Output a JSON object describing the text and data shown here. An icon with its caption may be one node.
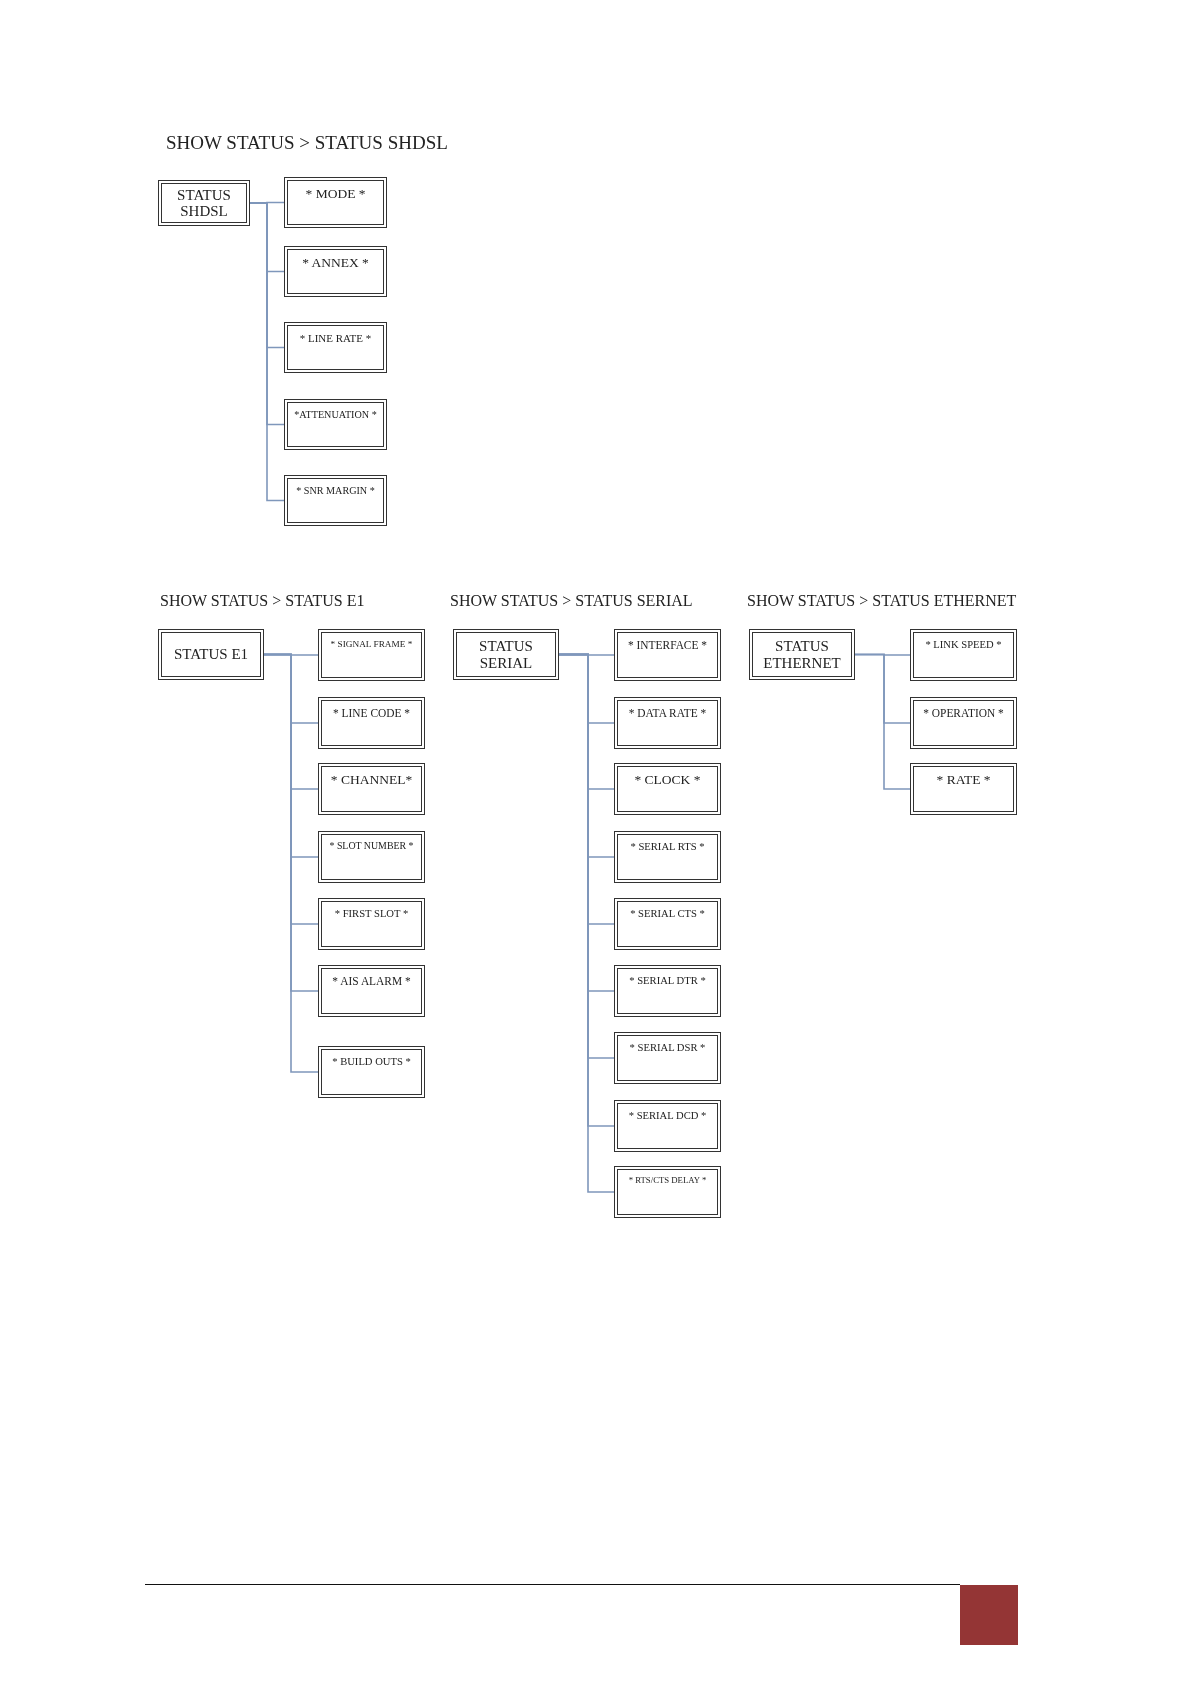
{
  "diagram": {
    "nodes": [
      {
        "text": [
          "STATUS SHDSL"
        ]
      },
      {
        "text": [
          "* MODE *"
        ]
      },
      {
        "text": [
          "* ANNEX *"
        ]
      },
      {
        "text": [
          "* LINE RATE *"
        ]
      },
      {
        "text": [
          "*ATTENUATION *"
        ]
      },
      {
        "text": [
          "* SNR MARGIN *"
        ]
      },
      {
        "text": [
          "STATUS E1"
        ]
      },
      {
        "text": [
          "* SIGNAL FRAME *"
        ]
      },
      {
        "text": [
          "* LINE CODE *"
        ]
      },
      {
        "text": [
          "* CHANNEL*"
        ]
      },
      {
        "text": [
          "* SLOT NUMBER *"
        ]
      },
      {
        "text": [
          "* FIRST SLOT *"
        ]
      },
      {
        "text": [
          "* AIS ALARM *"
        ]
      },
      {
        "text": [
          "* BUILD OUTS *"
        ]
      },
      {
        "text": [
          "STATUS SERIAL"
        ]
      },
      {
        "text": [
          "* INTERFACE *"
        ]
      },
      {
        "text": [
          "* DATA RATE *"
        ]
      },
      {
        "text": [
          "* CLOCK *"
        ]
      },
      {
        "text": [
          "* SERIAL RTS *"
        ]
      },
      {
        "text": [
          "* SERIAL CTS *"
        ]
      },
      {
        "text": [
          "* SERIAL DTR *"
        ]
      },
      {
        "text": [
          "* SERIAL DSR *"
        ]
      },
      {
        "text": [
          "* SERIAL DCD *"
        ]
      },
      {
        "text": [
          "* RTS/CTS DELAY *"
        ]
      },
      {
        "text": [
          "STATUS ETHERNET"
        ]
      },
      {
        "text": [
          "* LINK SPEED *"
        ]
      },
      {
        "text": [
          "* OPERATION *"
        ]
      },
      {
        "text": [
          "* RATE *"
        ]
      }
    ],
    "edges": [
      {
        "from": 0,
        "to": 1,
        "arrow": "none"
      },
      {
        "from": 0,
        "to": 2,
        "arrow": "none"
      },
      {
        "from": 0,
        "to": 3,
        "arrow": "none"
      },
      {
        "from": 0,
        "to": 4,
        "arrow": "none"
      },
      {
        "from": 0,
        "to": 5,
        "arrow": "none"
      },
      {
        "from": 6,
        "to": 7,
        "arrow": "none"
      },
      {
        "from": 6,
        "to": 8,
        "arrow": "none"
      },
      {
        "from": 6,
        "to": 9,
        "arrow": "none"
      },
      {
        "from": 6,
        "to": 10,
        "arrow": "none"
      },
      {
        "from": 6,
        "to": 11,
        "arrow": "none"
      },
      {
        "from": 6,
        "to": 12,
        "arrow": "none"
      },
      {
        "from": 6,
        "to": 13,
        "arrow": "none"
      },
      {
        "from": 14,
        "to": 15,
        "arrow": "none"
      },
      {
        "from": 14,
        "to": 16,
        "arrow": "none"
      },
      {
        "from": 14,
        "to": 17,
        "arrow": "none"
      },
      {
        "from": 14,
        "to": 18,
        "arrow": "none"
      },
      {
        "from": 14,
        "to": 19,
        "arrow": "none"
      },
      {
        "from": 14,
        "to": 20,
        "arrow": "none"
      },
      {
        "from": 14,
        "to": 21,
        "arrow": "none"
      },
      {
        "from": 14,
        "to": 22,
        "arrow": "none"
      },
      {
        "from": 14,
        "to": 23,
        "arrow": "none"
      },
      {
        "from": 24,
        "to": 25,
        "arrow": "none"
      },
      {
        "from": 24,
        "to": 26,
        "arrow": "none"
      },
      {
        "from": 24,
        "to": 27,
        "arrow": "none"
      }
    ],
    "labels": [
      "SHOW STATUS > STATUS SHDSL",
      "SHOW STATUS > STATUS E1",
      "SHOW STATUS > STATUS SERIAL",
      "SHOW STATUS > STATUS ETHERNET"
    ]
  }
}
